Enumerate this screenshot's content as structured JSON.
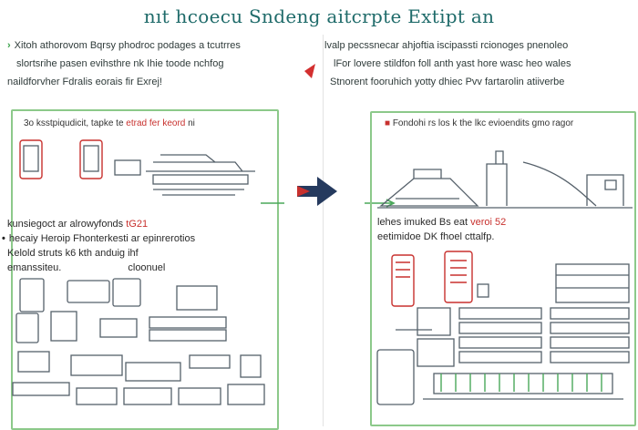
{
  "title": "nıt hcoecu Sndeng aitcrpte Extipt an",
  "left": {
    "intro_lines": [
      "Xitoh athorovom Bqrsy phodroc podages a tcutrres",
      "slortsrihe pasen evihsthre nk Ihie toode nchfog",
      "naildforvher Fdralis eorais fir Exrej!"
    ],
    "frame_header": {
      "prefix": "3o",
      "text": "ksstpiqudicit, tapke te",
      "red_text": "etrad fer keord",
      "suffix": "ni"
    },
    "caption_lines": [
      "kunsiegoct ar alrowyfonds",
      "hecaiy Heroip Fhonterkesti ar epinrerotios",
      "Kelold struts k6 kth anduig ihf",
      "emanssiteu."
    ],
    "caption_red": "tG21",
    "caption_sub": "cloonuel"
  },
  "right": {
    "intro_lines": [
      "lvalp pecssnecar ahjoftia iscipassti rcionoges pnenoleo",
      "lFor lovere stildfon foll anth yast hore wasc heo wales",
      "Stnorent fooruhich yotty dhiec Pvv fartarolin atiiverbe"
    ],
    "frame_header": {
      "text": "Fondohi rs los k the lkc evioendits gmo ragor"
    },
    "caption_lines": [
      "lehes imuked Bs eat",
      "eetimidoe DK fhoel cttalfp."
    ],
    "caption_red": "veroi 52"
  },
  "colors": {
    "title": "#1f6b6a",
    "frame": "#8cc98a",
    "accent_red": "#c8312e",
    "arrow_navy": "#253a5e"
  }
}
